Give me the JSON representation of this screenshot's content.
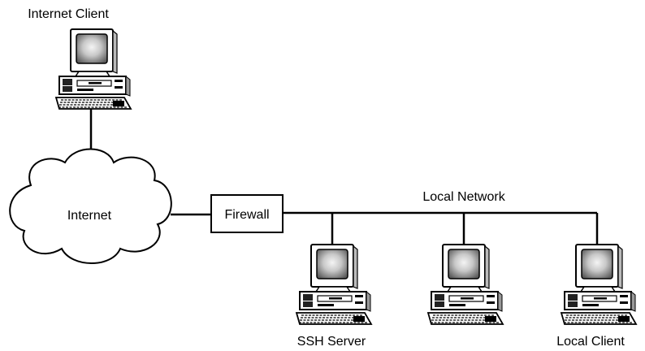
{
  "diagram": {
    "internet_client_label": "Internet Client",
    "internet_label": "Internet",
    "firewall_label": "Firewall",
    "local_network_label": "Local Network",
    "ssh_server_label": "SSH Server",
    "local_client_label": "Local Client"
  },
  "nodes": [
    {
      "id": "internet-client",
      "type": "computer",
      "label": "Internet Client"
    },
    {
      "id": "internet",
      "type": "cloud",
      "label": "Internet"
    },
    {
      "id": "firewall",
      "type": "box",
      "label": "Firewall"
    },
    {
      "id": "ssh-server",
      "type": "computer",
      "label": "SSH Server"
    },
    {
      "id": "unlabeled-computer",
      "type": "computer",
      "label": ""
    },
    {
      "id": "local-client",
      "type": "computer",
      "label": "Local Client"
    }
  ],
  "edges": [
    {
      "from": "internet-client",
      "to": "internet"
    },
    {
      "from": "internet",
      "to": "firewall"
    },
    {
      "from": "firewall",
      "to": "local-network"
    },
    {
      "from": "local-network",
      "to": "ssh-server"
    },
    {
      "from": "local-network",
      "to": "unlabeled-computer"
    },
    {
      "from": "local-network",
      "to": "local-client"
    }
  ],
  "colors": {
    "line": "#000000",
    "background": "#ffffff",
    "screen_light": "#f2f2f2",
    "screen_dark": "#555555"
  }
}
